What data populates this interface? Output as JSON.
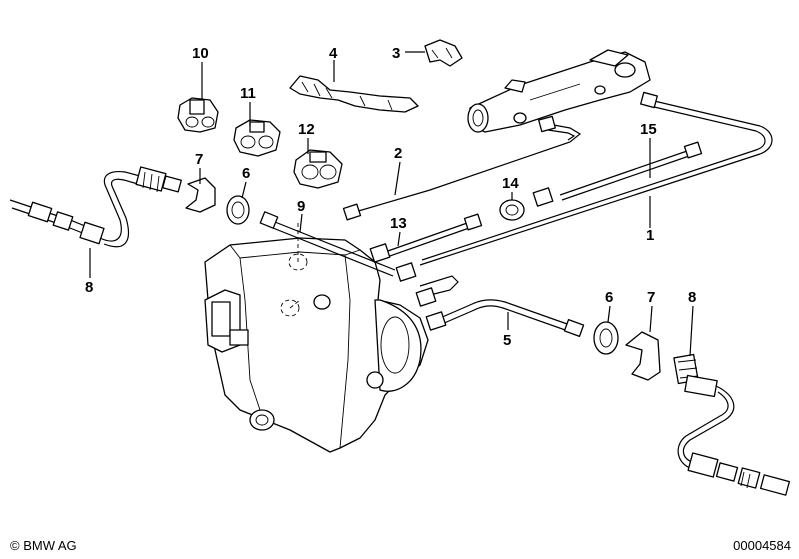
{
  "callouts": [
    {
      "id": "c10",
      "text": "10"
    },
    {
      "id": "c4",
      "text": "4"
    },
    {
      "id": "c3",
      "text": "3"
    },
    {
      "id": "c11",
      "text": "11"
    },
    {
      "id": "c12",
      "text": "12"
    },
    {
      "id": "c7a",
      "text": "7"
    },
    {
      "id": "c6a",
      "text": "6"
    },
    {
      "id": "c2",
      "text": "2"
    },
    {
      "id": "c15",
      "text": "15"
    },
    {
      "id": "c14",
      "text": "14"
    },
    {
      "id": "c9",
      "text": "9"
    },
    {
      "id": "c13",
      "text": "13"
    },
    {
      "id": "c1",
      "text": "1"
    },
    {
      "id": "c8a",
      "text": "8"
    },
    {
      "id": "c6b",
      "text": "6"
    },
    {
      "id": "c7b",
      "text": "7"
    },
    {
      "id": "c8b",
      "text": "8"
    },
    {
      "id": "c5",
      "text": "5"
    }
  ],
  "footer": {
    "copyright": "© BMW AG",
    "doc_number": "00004584"
  }
}
